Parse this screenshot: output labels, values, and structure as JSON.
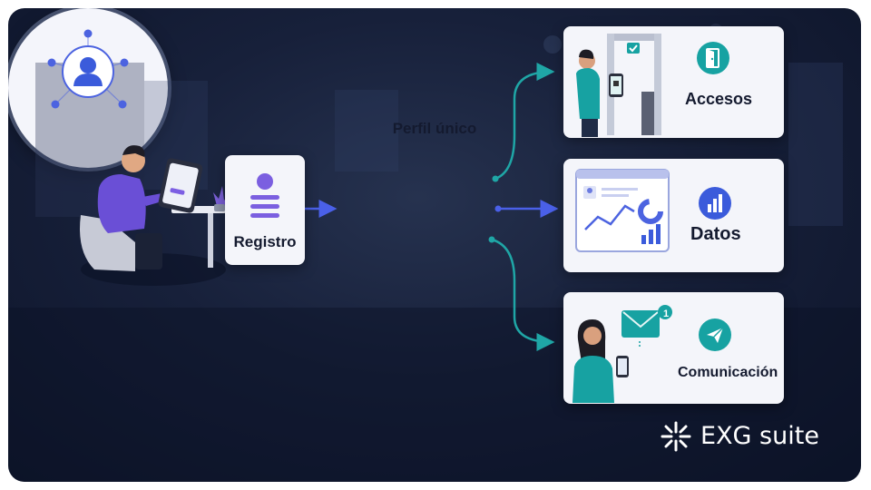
{
  "colors": {
    "background": "#17203a",
    "card": "#f4f5fa",
    "accent_purple": "#6b55d8",
    "accent_blue": "#3b5bdb",
    "accent_teal": "#17a2a2",
    "connector_teal": "#1fa6a6",
    "connector_blue": "#4a60e8"
  },
  "nodes": {
    "registro": {
      "label": "Registro",
      "icon": "form-icon"
    },
    "perfil": {
      "label": "Perfil único",
      "icon": "user-network-icon"
    },
    "accesos": {
      "label": "Accesos",
      "icon": "door-icon"
    },
    "datos": {
      "label": "Datos",
      "icon": "bar-chart-icon"
    },
    "comunicacion": {
      "label": "Comunicación",
      "icon": "send-icon",
      "badge": "1"
    }
  },
  "brand": {
    "name": "EXG suite",
    "icon": "snowflake-logo-icon"
  }
}
